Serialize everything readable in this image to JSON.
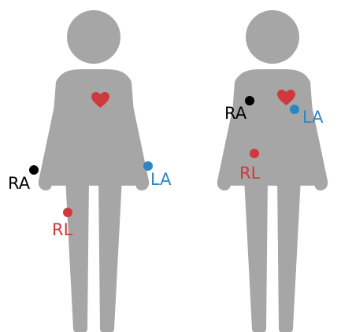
{
  "colors": {
    "body": "#a6a6a6",
    "heart": "#d0393b",
    "ra": "#000000",
    "la": "#2b86c6",
    "rl": "#d0393b"
  },
  "figures": [
    {
      "id": "limb-placement",
      "electrodes": {
        "ra": "RA",
        "la": "LA",
        "rl": "RL"
      },
      "icons": {
        "heart": "heart-icon"
      }
    },
    {
      "id": "torso-placement",
      "electrodes": {
        "ra": "RA",
        "la": "LA",
        "rl": "RL"
      },
      "icons": {
        "heart": "heart-icon"
      }
    }
  ]
}
